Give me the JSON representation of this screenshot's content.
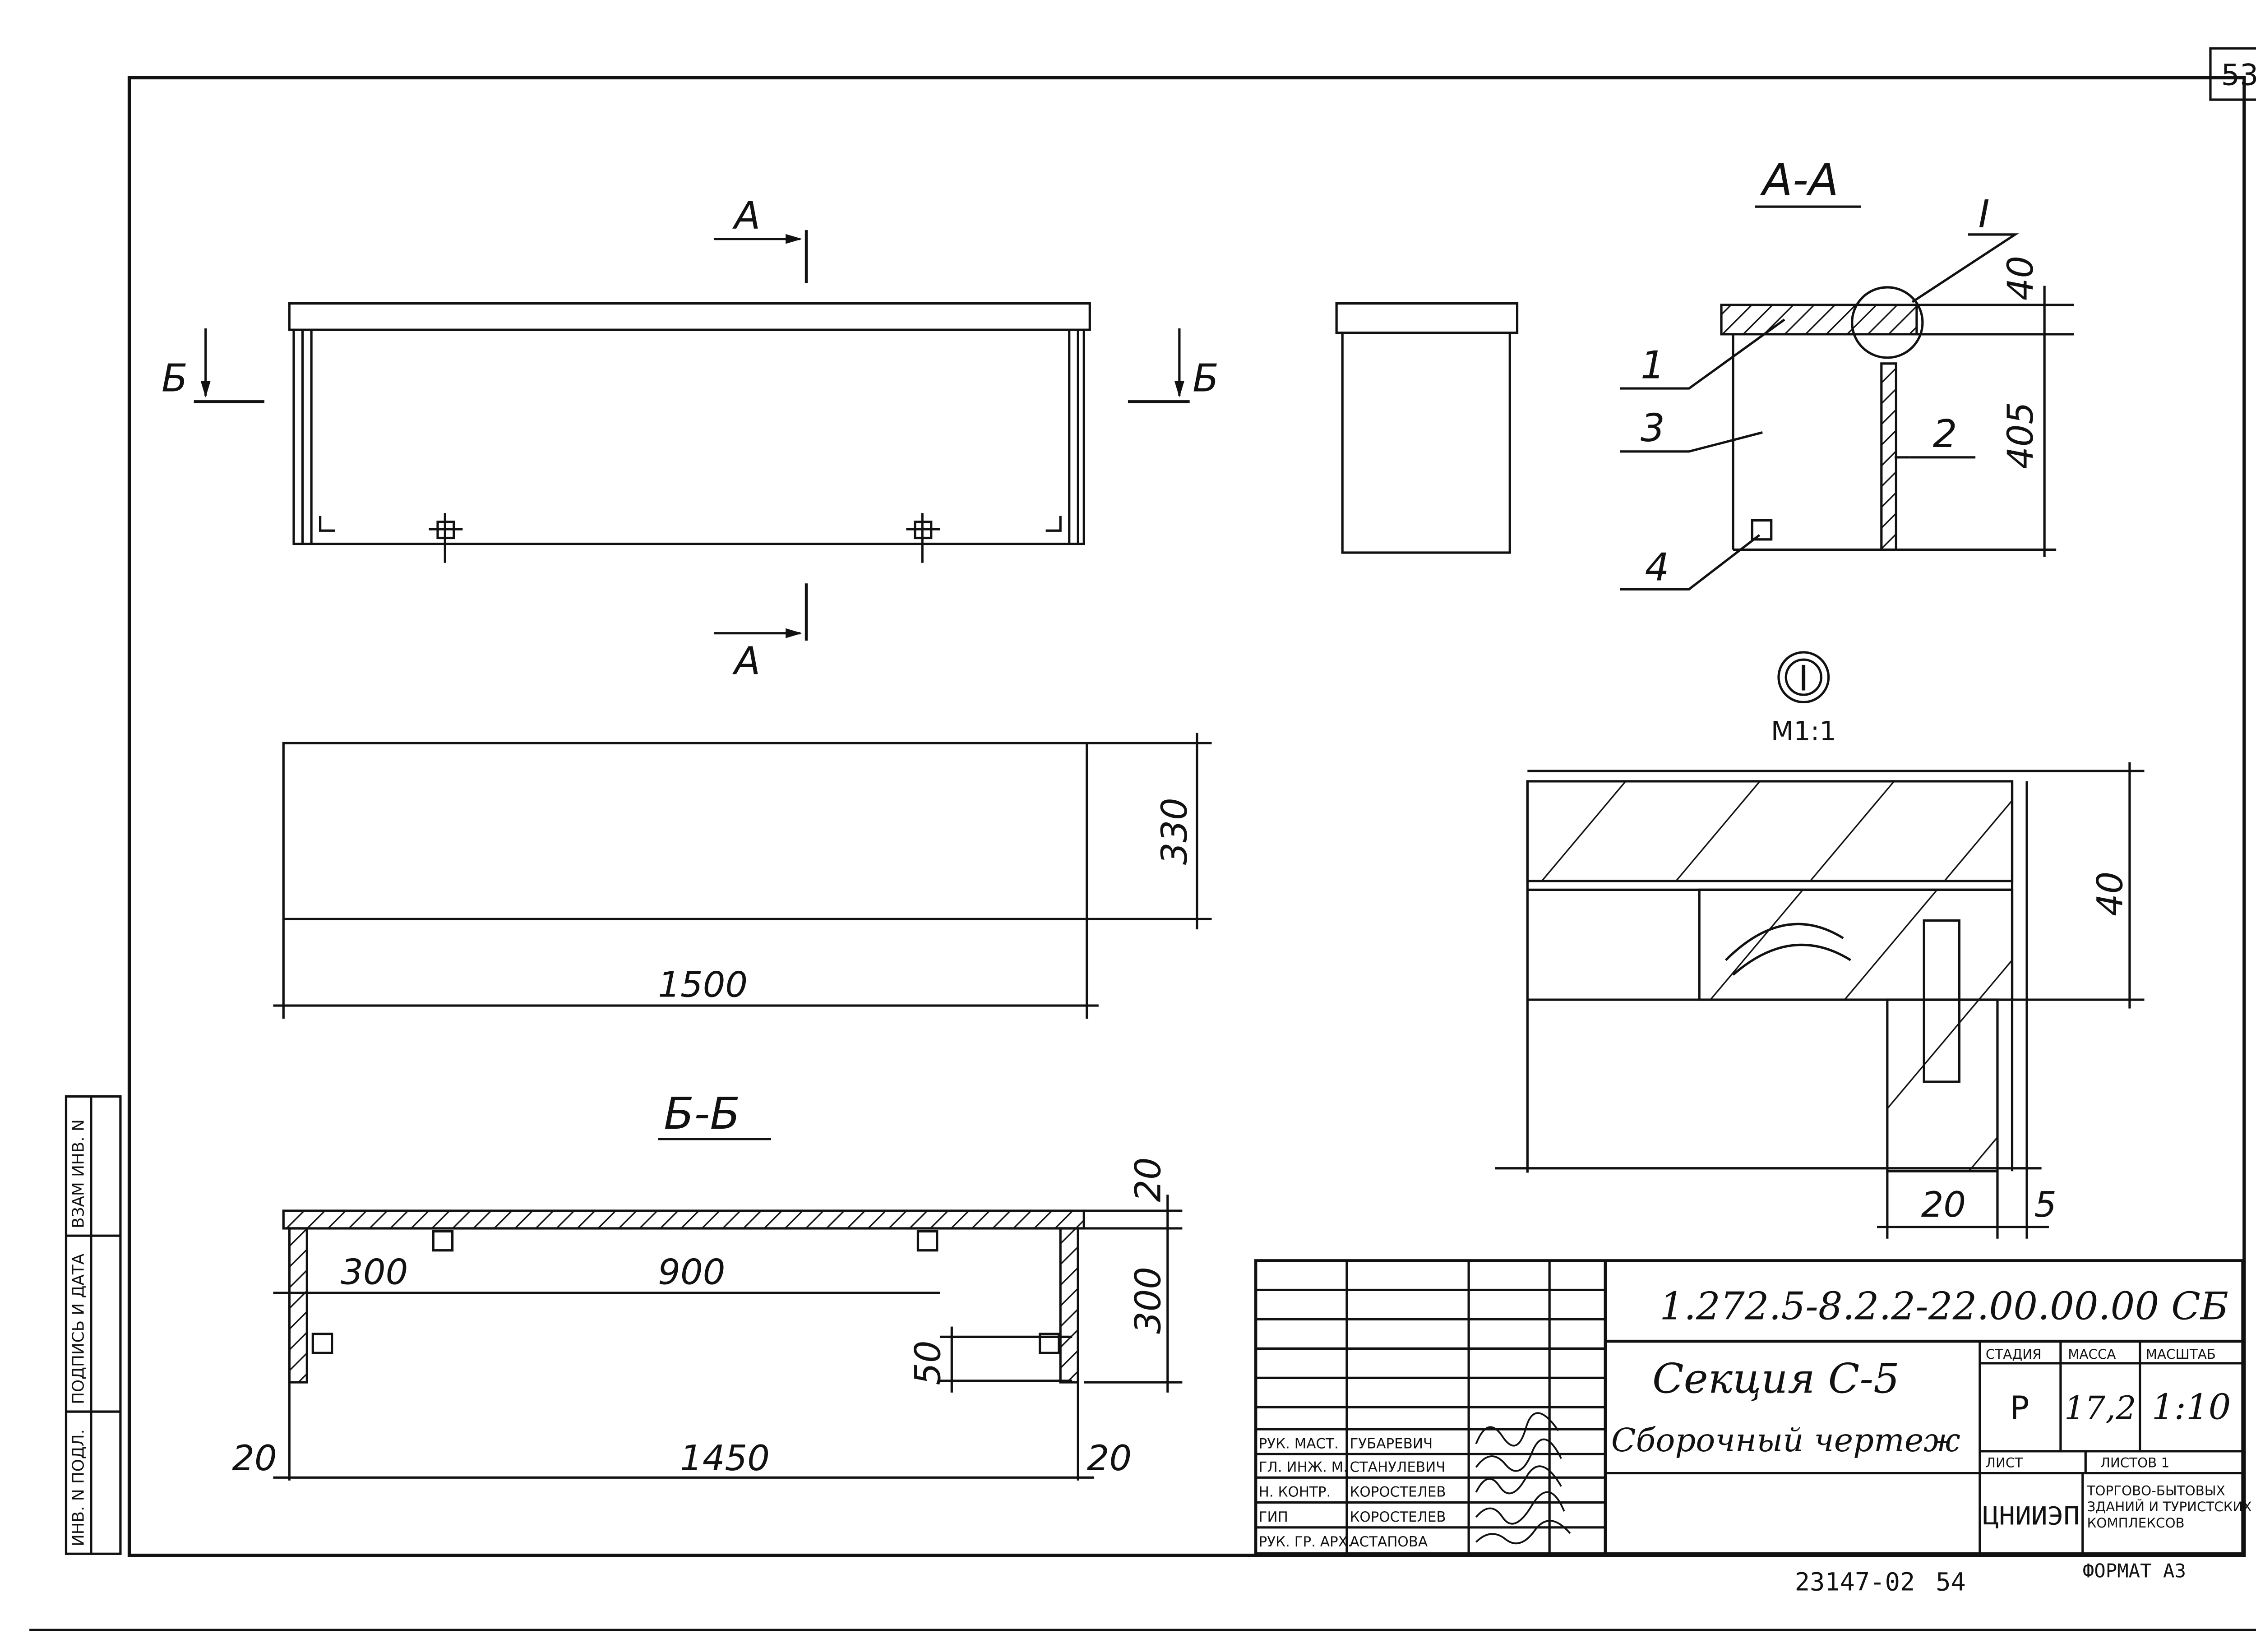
{
  "sheet": {
    "page_number": "53",
    "bottom_number": "23147-02",
    "bottom_page": "54",
    "format_label": "ФОРМАТ А3"
  },
  "side_stamp": [
    "ИНВ. N ПОДЛ.",
    "ПОДПИСЬ И ДАТА",
    "ВЗАМ ИНВ. N"
  ],
  "views": {
    "section_aa_title": "А-А",
    "section_bb_title": "Б-Б",
    "cut_a_label": "А",
    "cut_b_label": "Б",
    "detail_marker": "I",
    "detail_scale": "М1:1",
    "callouts": [
      "1",
      "2",
      "3",
      "4"
    ],
    "callout_detail": "I"
  },
  "dimensions": {
    "aa_top": "40",
    "aa_height": "405",
    "plan_depth": "330",
    "plan_length": "1500",
    "detail_thickness": "40",
    "detail_width": "20",
    "detail_gap": "5",
    "bb_top": "20",
    "bb_height": "300",
    "bb_left_offset": "300",
    "bb_spacing": "900",
    "bb_small": "50",
    "bb_left_edge": "20",
    "bb_inner": "1450",
    "bb_right_edge": "20"
  },
  "title_block": {
    "drawing_code": "1.272.5-8.2.2-22.00.00.00 СБ",
    "title_line1": "Секция С-5",
    "title_line2": "Сборочный чертеж",
    "stage_header": "СТАДИЯ",
    "mass_header": "МАССА",
    "scale_header": "МАСШТАБ",
    "stage": "Р",
    "mass": "17,2",
    "scale": "1:10",
    "sheet_label": "ЛИСТ",
    "sheets_label": "ЛИСТОВ 1",
    "org_logo": "ЦНИИЭП",
    "org_text_1": "ТОРГОВО-БЫТОВЫХ",
    "org_text_2": "ЗДАНИЙ И ТУРИСТСКИХ",
    "org_text_3": "КОМПЛЕКСОВ",
    "signatories": [
      {
        "role": "РУК. МАСТ.",
        "name": "ГУБАРЕВИЧ"
      },
      {
        "role": "ГЛ. ИНЖ. М.",
        "name": "СТАНУЛЕВИЧ"
      },
      {
        "role": "Н. КОНТР.",
        "name": "КОРОСТЕЛЕВ"
      },
      {
        "role": "ГИП",
        "name": "КОРОСТЕЛЕВ"
      },
      {
        "role": "РУК. ГР. АРХ.",
        "name": "АСТАПОВА"
      }
    ]
  },
  "colors": {
    "ink": "#111111",
    "paper": "#ffffff"
  }
}
